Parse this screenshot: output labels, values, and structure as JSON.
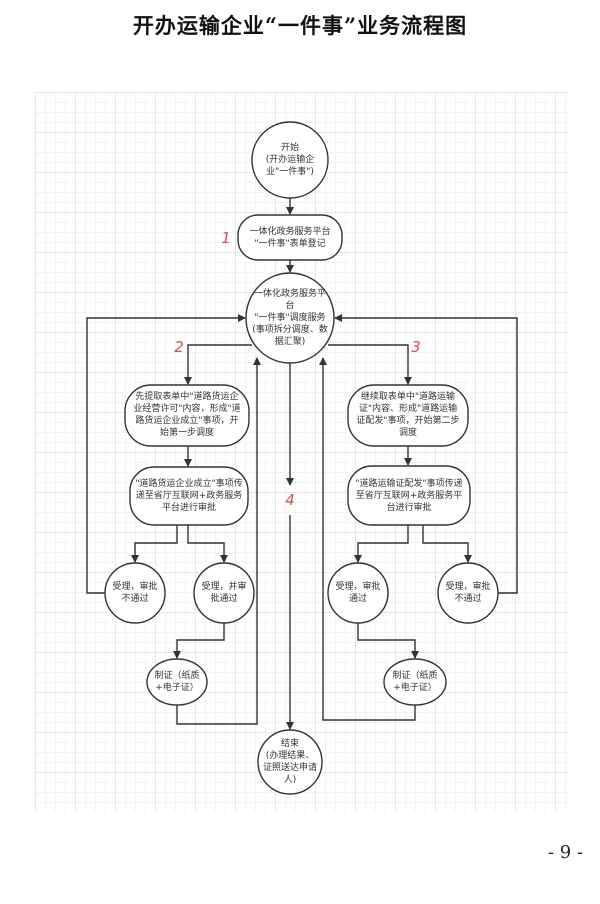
{
  "title": "开办运输企业“一件事”业务流程图",
  "page_number": "- 9 -",
  "nodes": {
    "start": "开始\n(开办运输企业\"一件事\")",
    "register": "一体化政务服务平台\n\"一件事\"表单登记",
    "dispatch": "一体化政务服务平台\n\"一件事\"调度服务\n(事项拆分调度、数据汇聚)",
    "left_extract": "先提取表单中\"道路货运企业经营许可\"内容，形成\"道路货运企业成立\"事项，开始第一步调度",
    "left_approve": "\"道路货运企业成立\"事项传递至省厅互联网+政务服务平台进行审批",
    "left_reject": "受理，审批不通过",
    "left_pass": "受理，并审批通过",
    "left_cert": "制证（纸质+电子证）",
    "right_extract": "继续取表单中\"道路运输证\"内容、形成\"道路运输证配发\"事项，开始第二步调度",
    "right_approve": "\"道路运输证配发\"事项传递至省厅互联网+政务服务平台进行审批",
    "right_pass": "受理，审批通过",
    "right_reject": "受理，审批不通过",
    "right_cert": "制证（纸质+电子证）",
    "end": "结束\n(办理结果、证照送达申请人)"
  },
  "step_labels": [
    "1",
    "2",
    "3",
    "4"
  ],
  "colors": {
    "line": "#333333",
    "step": "#d0505a"
  }
}
